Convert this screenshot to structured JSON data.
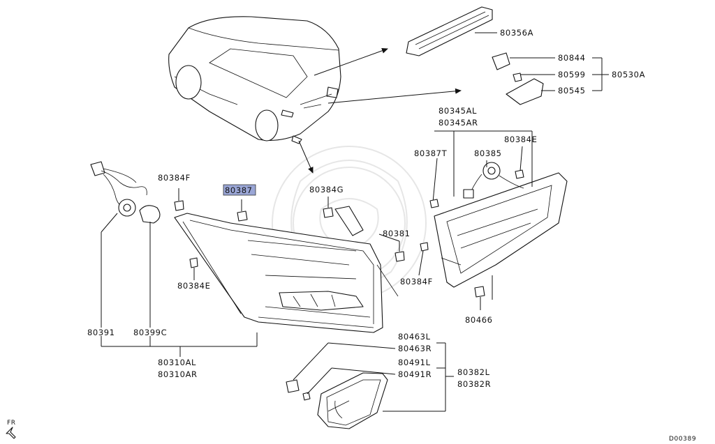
{
  "diagram": {
    "highlight_color": "#9aa6d6",
    "callouts": {
      "p80356A": "80356A",
      "p80844": "80844",
      "p80599": "80599",
      "p80545": "80545",
      "p80530A": "80530A",
      "p80345AL": "80345AL",
      "p80345AR": "80345AR",
      "p80387T": "80387T",
      "p80385": "80385",
      "p80384E_right": "80384E",
      "p80384F_top": "80384F",
      "p80387": "80387",
      "p80384G": "80384G",
      "p80381": "80381",
      "p80384F_mid": "80384F",
      "p80384E_left": "80384E",
      "p80466": "80466",
      "p80391": "80391",
      "p80399C": "80399C",
      "p80310AL": "80310AL",
      "p80310AR": "80310AR",
      "p80463L": "80463L",
      "p80463R": "80463R",
      "p80491L": "80491L",
      "p80491R": "80491R",
      "p80382L": "80382L",
      "p80382R": "80382R"
    },
    "orientation_label": "FR",
    "diagram_code": "D00389"
  }
}
